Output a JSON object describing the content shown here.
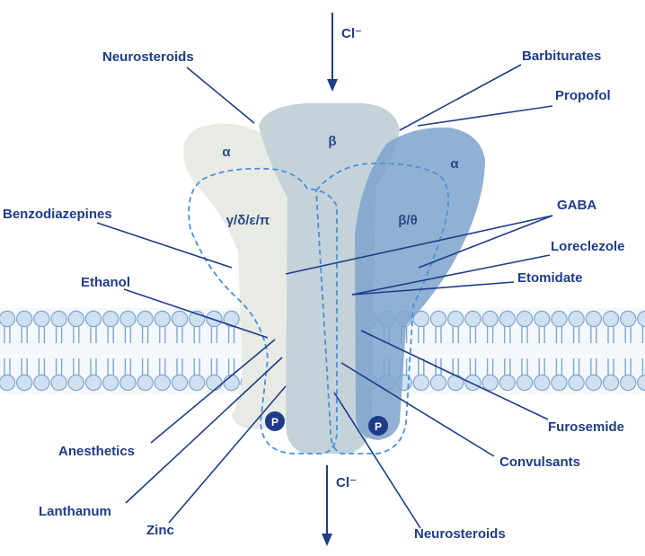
{
  "colors": {
    "label": "#1f3c88",
    "membrane_head_fill": "#cfe0f0",
    "membrane_head_stroke": "#7fa6cc",
    "subunit_alpha_light": "#e8ebe4",
    "subunit_beta": "#c4d2da",
    "subunit_alpha_dark": "#7ea3cc",
    "subunit_beta_theta": "#93b4d8",
    "phospho_fill": "#1f3c88",
    "dashed_outline": "#4a90d9"
  },
  "ions": {
    "top": "Cl⁻",
    "bottom": "Cl⁻"
  },
  "subunits": {
    "alpha_left": "α",
    "beta_center": "β",
    "alpha_right": "α",
    "gamma_group": "γ/δ/ε/π",
    "beta_theta": "β/θ"
  },
  "phospho": {
    "left": "P",
    "right": "P"
  },
  "labels": {
    "neurosteroids_top": "Neurosteroids",
    "barbiturates": "Barbiturates",
    "propofol": "Propofol",
    "benzodiazepines": "Benzodiazepines",
    "gaba": "GABA",
    "loreclezole": "Loreclezole",
    "etomidate": "Etomidate",
    "ethanol": "Ethanol",
    "furosemide": "Furosemide",
    "anesthetics": "Anesthetics",
    "convulsants": "Convulsants",
    "lanthanum": "Lanthanum",
    "zinc": "Zinc",
    "neurosteroids_bottom": "Neurosteroids"
  }
}
